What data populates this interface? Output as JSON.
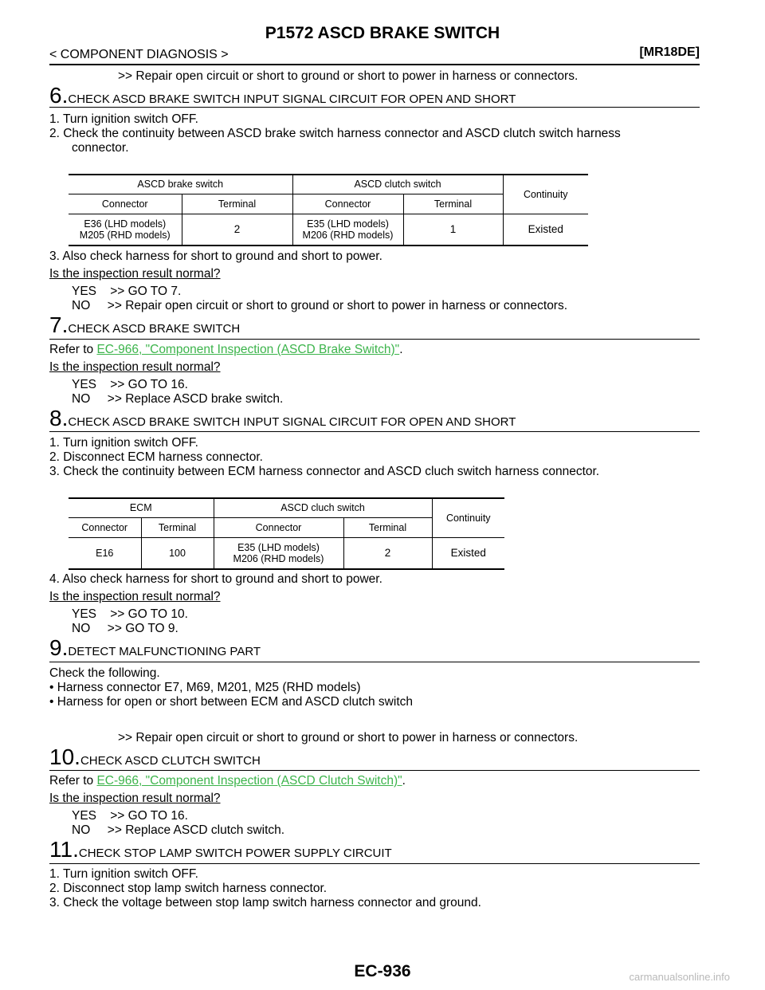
{
  "header": {
    "title": "P1572 ASCD BRAKE SWITCH",
    "section": "< COMPONENT DIAGNOSIS >",
    "model": "[MR18DE]"
  },
  "lines": {
    "repair_top": ">> Repair open circuit or short to ground or short to power in harness or connectors.",
    "s6_num": "6.",
    "s6_head": "CHECK ASCD BRAKE SWITCH INPUT SIGNAL CIRCUIT FOR OPEN AND SHORT",
    "s6_1": "1.  Turn ignition switch OFF.",
    "s6_2a": "2.  Check the continuity between ASCD brake switch harness connector and ASCD clutch switch harness",
    "s6_2b": "connector.",
    "s6_3": "3.  Also check harness for short to ground and short to power.",
    "s6_q": "Is the inspection result normal?",
    "s6_yes": "YES    >> GO TO 7.",
    "s6_no": "NO     >> Repair open circuit or short to ground or short to power in harness or connectors.",
    "s7_num": "7.",
    "s7_head": "CHECK ASCD BRAKE SWITCH",
    "s7_ref_pre": "Refer to ",
    "s7_ref_link": "EC-966, \"Component Inspection (ASCD Brake Switch)\"",
    "s7_ref_post": ".",
    "s7_q": "Is the inspection result normal?",
    "s7_yes": "YES    >> GO TO 16.",
    "s7_no": "NO     >> Replace ASCD brake switch.",
    "s8_num": "8.",
    "s8_head": "CHECK ASCD BRAKE SWITCH INPUT SIGNAL CIRCUIT FOR OPEN AND SHORT",
    "s8_1": "1.  Turn ignition switch OFF.",
    "s8_2": "2.  Disconnect ECM harness connector.",
    "s8_3": "3.  Check the continuity between ECM harness connector and ASCD cluch switch harness connector.",
    "s8_4": "4.  Also check harness for short to ground and short to power.",
    "s8_q": "Is the inspection result normal?",
    "s8_yes": "YES    >> GO TO 10.",
    "s8_no": "NO     >> GO TO 9.",
    "s9_num": "9.",
    "s9_head": "DETECT MALFUNCTIONING PART",
    "s9_1": "Check the following.",
    "s9_b1": "•  Harness connector E7, M69, M201, M25 (RHD models)",
    "s9_b2": "•  Harness for open or short between ECM and ASCD clutch switch",
    "s9_repair": ">> Repair open circuit or short to ground or short to power in harness or connectors.",
    "s10_num": "10.",
    "s10_head": "CHECK ASCD CLUTCH SWITCH",
    "s10_ref_pre": "Refer to ",
    "s10_ref_link": "EC-966, \"Component Inspection (ASCD Clutch Switch)\"",
    "s10_ref_post": ".",
    "s10_q": "Is the inspection result normal?",
    "s10_yes": "YES    >> GO TO 16.",
    "s10_no": "NO     >> Replace ASCD clutch switch.",
    "s11_num": "11.",
    "s11_head": "CHECK STOP LAMP SWITCH POWER SUPPLY CIRCUIT",
    "s11_1": "1.  Turn ignition switch OFF.",
    "s11_2": "2.  Disconnect stop lamp switch harness connector.",
    "s11_3": "3.  Check the voltage between stop lamp switch harness connector and ground."
  },
  "table1": {
    "h_a": "ASCD brake switch",
    "h_b": "ASCD clutch switch",
    "h_c": "Continuity",
    "c1": "Connector",
    "c2": "Terminal",
    "c3": "Connector",
    "c4": "Terminal",
    "r1a": "E36 (LHD models)",
    "r1b": "M205 (RHD models)",
    "r2": "2",
    "r3a": "E35 (LHD models)",
    "r3b": "M206 (RHD models)",
    "r4": "1",
    "r5": "Existed"
  },
  "table2": {
    "h_a": "ECM",
    "h_b": "ASCD cluch switch",
    "h_c": "Continuity",
    "c1": "Connector",
    "c2": "Terminal",
    "c3": "Connector",
    "c4": "Terminal",
    "r1": "E16",
    "r2": "100",
    "r3a": "E35 (LHD models)",
    "r3b": "M206 (RHD models)",
    "r4": "2",
    "r5": "Existed"
  },
  "footer": {
    "page": "EC-936",
    "watermark": "carmanualsonline.info"
  },
  "colors": {
    "link": "#3cb44b",
    "text": "#000000"
  }
}
